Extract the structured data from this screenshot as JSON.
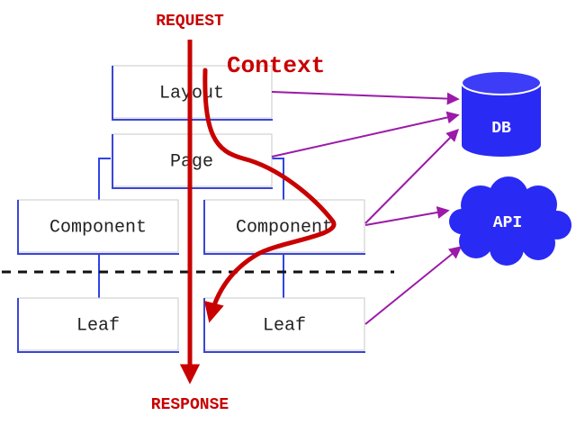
{
  "labels": {
    "request": "REQUEST",
    "response": "RESPONSE",
    "context": "Context"
  },
  "boxes": {
    "layout": "Layout",
    "page": "Page",
    "component_left": "Component",
    "component_right": "Component",
    "leaf_left": "Leaf",
    "leaf_right": "Leaf"
  },
  "stores": {
    "db": "DB",
    "api": "API"
  },
  "colors": {
    "request_flow": "#c80000",
    "tree_lines": "#2f43e6",
    "data_arrows": "#9b1aa8",
    "store_fill": "#2a2af5"
  }
}
